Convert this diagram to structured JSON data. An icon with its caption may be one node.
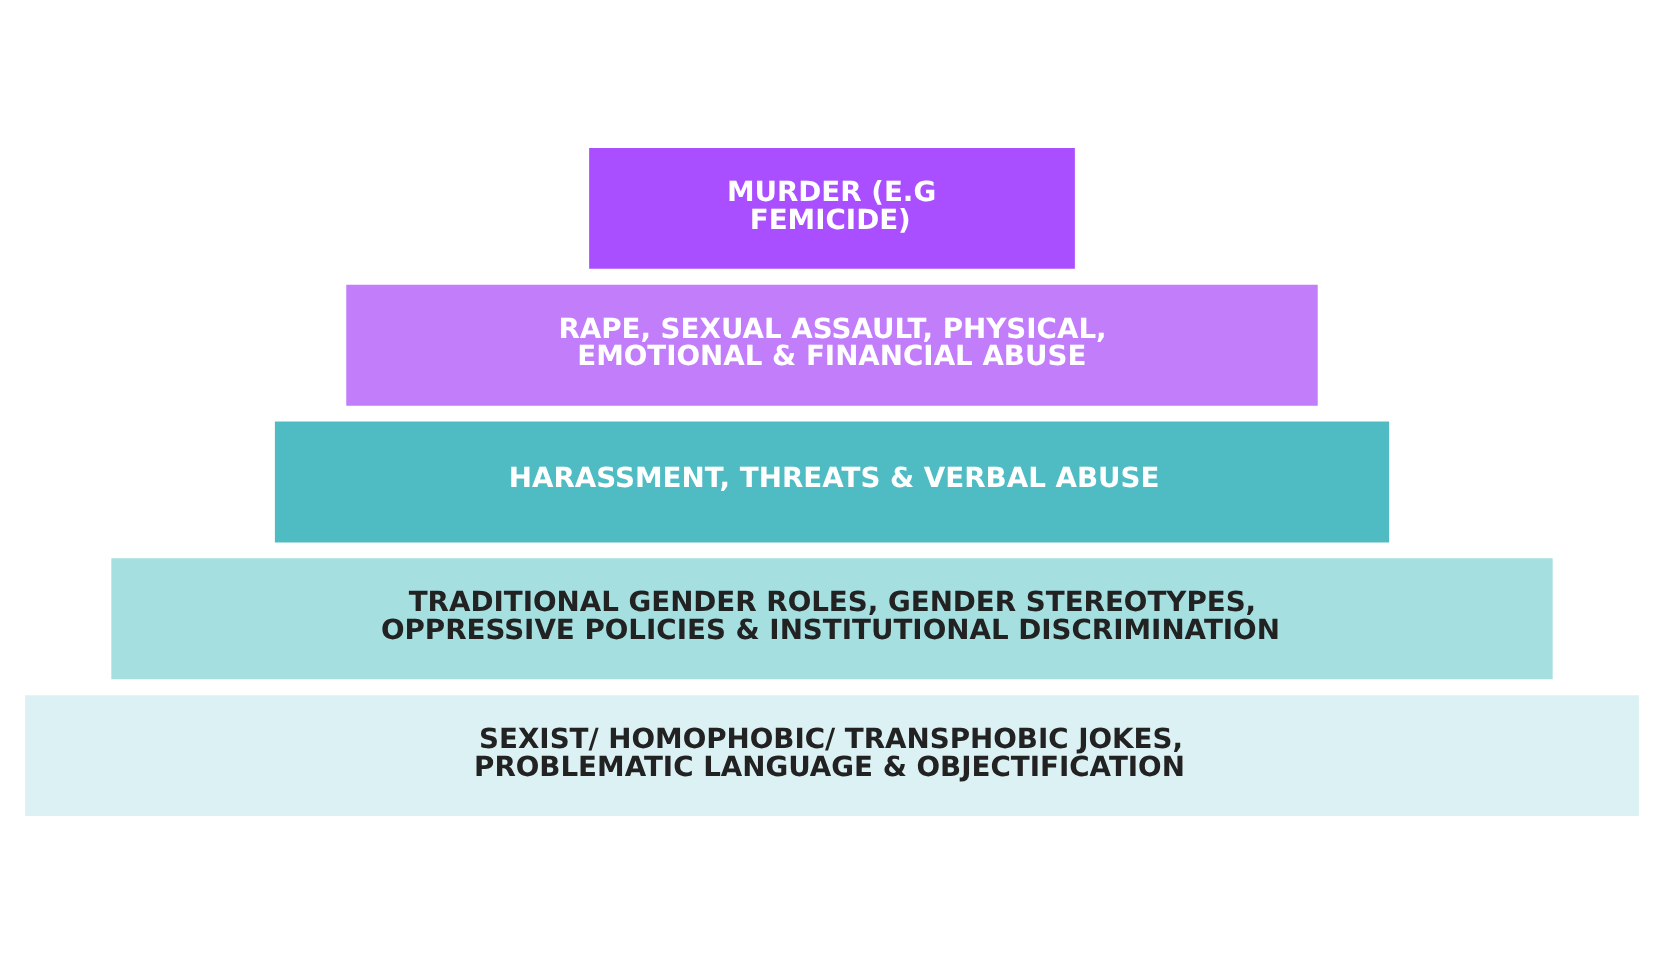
{
  "diagram": {
    "nodes": [
      {
        "text": [
          "MURDER (E.G FEMICIDE)"
        ]
      },
      {
        "text": [
          "RAPE, SEXUAL ASSAULT, PHYSICAL, EMOTIONAL & FINANCIAL ABUSE"
        ]
      },
      {
        "text": [
          "HARASSMENT, THREATS & VERBAL ABUSE"
        ]
      },
      {
        "text": [
          "TRADITIONAL GENDER ROLES, GENDER STEREOTYPES, OPPRESSIVE POLICIES & INSTITUTIONAL DISCRIMINATION"
        ]
      },
      {
        "text": [
          "SEXIST/ HOMOPHOBIC/ TRANSPHOBIC JOKES, PROBLEMATIC LANGUAGE & OBJECTIFICATION"
        ]
      }
    ],
    "edges": []
  }
}
